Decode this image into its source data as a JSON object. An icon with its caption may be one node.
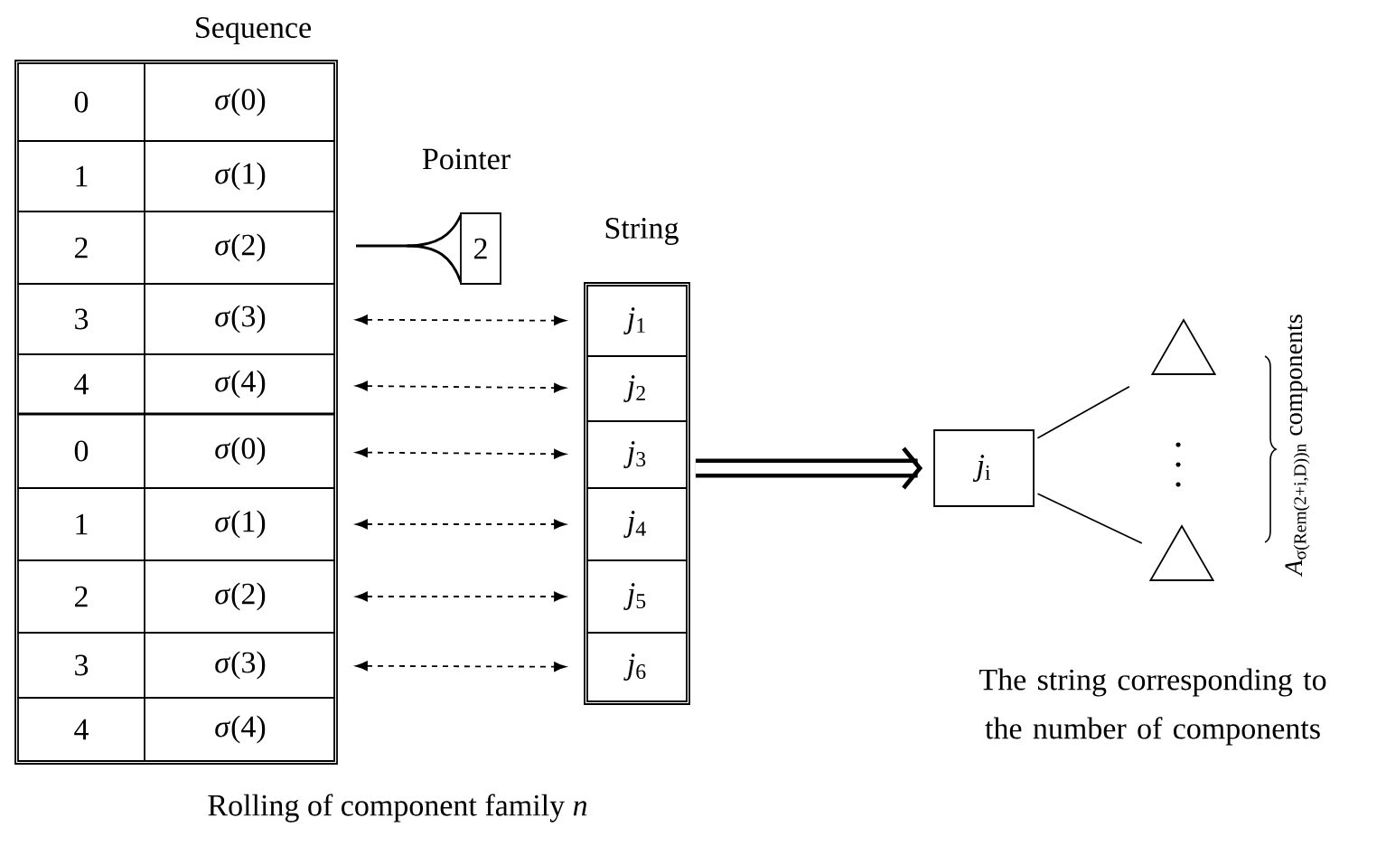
{
  "diagram": {
    "nodes": [
      {
        "text": [
          "Sequence"
        ]
      },
      {
        "text": [
          "0",
          "*σ*(0)"
        ],
        "in": 0
      },
      {
        "text": [
          "1",
          "*σ*(1)"
        ],
        "in": 0
      },
      {
        "text": [
          "2",
          "*σ*(2)"
        ],
        "in": 0
      },
      {
        "text": [
          "3",
          "*σ*(3)"
        ],
        "in": 0
      },
      {
        "text": [
          "4",
          "*σ*(4)"
        ],
        "in": 0
      },
      {
        "text": [
          "0",
          "*σ*(0)"
        ],
        "in": 0
      },
      {
        "text": [
          "1",
          "*σ*(1)"
        ],
        "in": 0
      },
      {
        "text": [
          "2",
          "*σ*(2)"
        ],
        "in": 0
      },
      {
        "text": [
          "3",
          "*σ*(3)"
        ],
        "in": 0
      },
      {
        "text": [
          "4",
          "*σ*(4)"
        ],
        "in": 0
      },
      {
        "text": [
          "Pointer",
          "2"
        ]
      },
      {
        "text": [
          "String"
        ]
      },
      {
        "text": [
          "*j*$_{1}$"
        ],
        "in": 12
      },
      {
        "text": [
          "*j*$_{2}$"
        ],
        "in": 12
      },
      {
        "text": [
          "*j*$_{3}$"
        ],
        "in": 12
      },
      {
        "text": [
          "*j*$_{4}$"
        ],
        "in": 12
      },
      {
        "text": [
          "*j*$_{5}$"
        ],
        "in": 12
      },
      {
        "text": [
          "*j*$_{6}$"
        ],
        "in": 12
      },
      {
        "text": [
          "*j*$_{i}$"
        ]
      },
      {
        "text": [],
        "shape": "triangle"
      },
      {
        "text": [],
        "shape": "triangle"
      }
    ],
    "edges": [
      {
        "from": 4,
        "to": 13,
        "arrow": "both",
        "style": "dashed"
      },
      {
        "from": 5,
        "to": 14,
        "arrow": "both",
        "style": "dashed"
      },
      {
        "from": 6,
        "to": 15,
        "arrow": "both",
        "style": "dashed"
      },
      {
        "from": 7,
        "to": 16,
        "arrow": "both",
        "style": "dashed"
      },
      {
        "from": 8,
        "to": 17,
        "arrow": "both",
        "style": "dashed"
      },
      {
        "from": 9,
        "to": 18,
        "arrow": "both",
        "style": "dashed"
      },
      {
        "from": 12,
        "to": 19,
        "arrow": "to",
        "style": "thick"
      },
      {
        "from": 19,
        "to": 20,
        "arrow": "none"
      },
      {
        "from": 19,
        "to": 21,
        "arrow": "none"
      }
    ],
    "labels": [
      "*A*$_{σ(Rem(2+i,D))n}$ components",
      "Rolling of component family *n*",
      "The string corresponding to the number of components"
    ]
  }
}
